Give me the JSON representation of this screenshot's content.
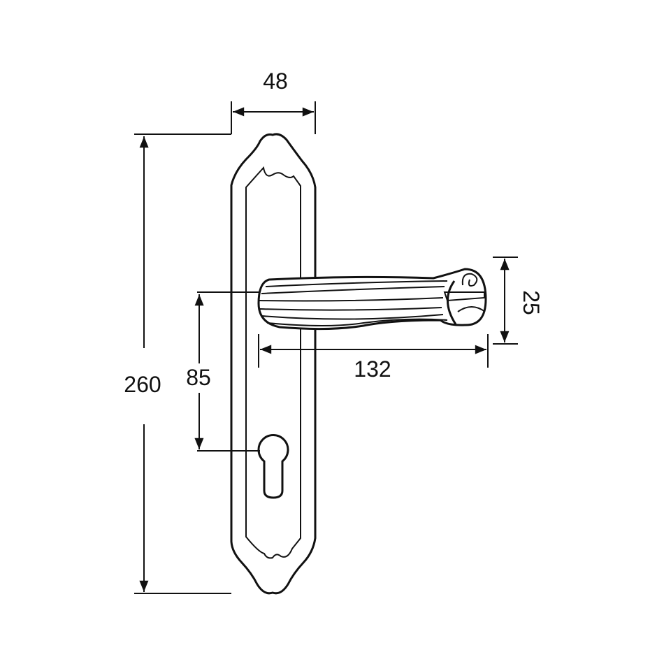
{
  "dimensions": {
    "plate_width": "48",
    "plate_height": "260",
    "handle_to_keyhole": "85",
    "handle_length": "132",
    "handle_diameter": "25"
  },
  "colors": {
    "line": "#111111",
    "background": "#ffffff"
  }
}
